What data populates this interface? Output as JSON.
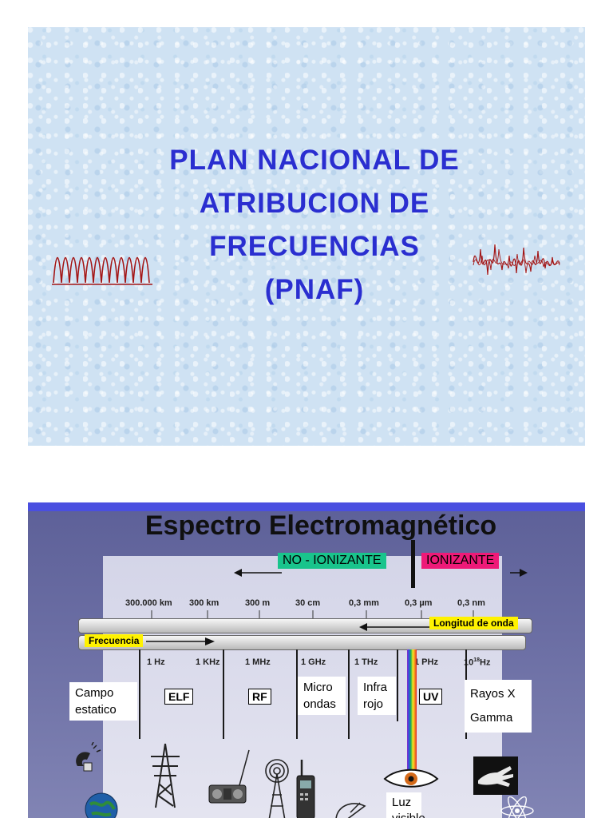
{
  "slide1": {
    "title_lines": [
      "PLAN NACIONAL DE",
      "ATRIBUCION DE",
      "FRECUENCIAS",
      "(PNAF)"
    ],
    "title_color": "#2a2ed0",
    "background_color": "#cfe2f3",
    "wave_color": "#a31515"
  },
  "slide2": {
    "title": "Espectro Electromagnético",
    "no_ionizante": "NO - IONIZANTE",
    "ionizante": "IONIZANTE",
    "wavelengths": [
      "300.000 km",
      "300 km",
      "300 m",
      "30 cm",
      "0,3 mm",
      "0,3 µm",
      "0,3 nm"
    ],
    "frequencies": [
      "1 Hz",
      "1 KHz",
      "1 MHz",
      "1 GHz",
      "1 THz",
      "1 PHz",
      "10",
      "18",
      "Hz"
    ],
    "longitud_de_onda": "Longitud de onda",
    "frecuencia": "Frecuencia",
    "bands": {
      "campo_estatico": [
        "Campo",
        "estatico"
      ],
      "elf": "ELF",
      "rf": "RF",
      "micro_ondas": [
        "Micro",
        "ondas"
      ],
      "infra_rojo": [
        "Infra",
        "rojo"
      ],
      "uv": "UV",
      "rayos_x": "Rayos X",
      "gamma": "Gamma",
      "luz_visible": [
        "Luz",
        "visible"
      ]
    },
    "colors": {
      "no_ionizante": "#19c48c",
      "ionizante": "#ee1a78",
      "tag": "#fff200",
      "top_bar": "#4a4fe0"
    },
    "icons": [
      "magnet-icon",
      "power-tower-icon",
      "radio-icon",
      "antenna-tower-icon",
      "mobile-phone-icon",
      "satellite-dish-icon",
      "eye-icon",
      "xray-hand-icon",
      "atom-icon",
      "globe-icon"
    ]
  }
}
